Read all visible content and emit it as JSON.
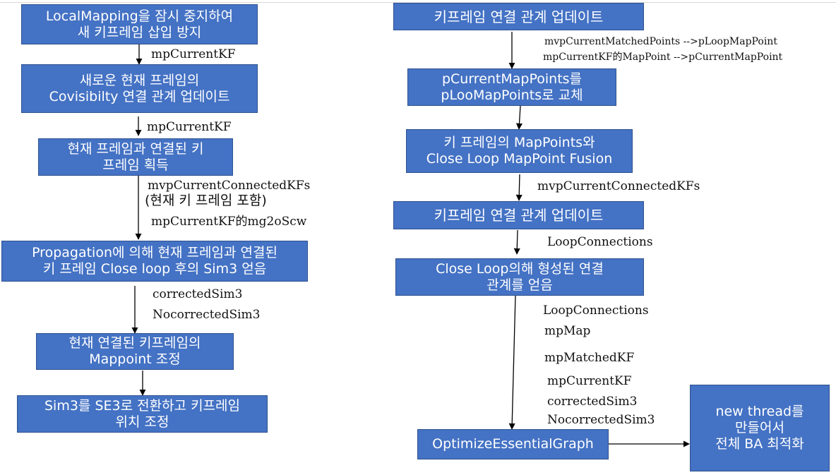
{
  "boxes": {
    "pause_local_mapping": "LocalMapping을 잠시 중지하여\n새 키프레임 삽입 방지",
    "update_covisibility": "새로운 현재 프레임의\nCovisibilty 연결 관계 업데이트",
    "get_connected_kfs": "현재 프레임과 연결된 키\n프레임 획득",
    "propagation_sim3": "Propagation에 의해 현재 프레임과 연결된\n키 프레임 Close loop 후의 Sim3 얻음",
    "adjust_mappoint": "현재 연결된 키프레임의\nMappoint 조정",
    "sim3_to_se3": "Sim3를 SE3로 전환하고 키프레임\n위치 조정",
    "update_kf_connections_top": "키프레임 연결 관계 업데이트",
    "replace_mappoints": "pCurrentMapPoints를\npLooMapPoints로 교체",
    "fuse_mappoints": "키 프레임의 MapPoints와\nClose Loop MapPoint Fusion",
    "update_kf_connections_mid": "키프레임 연결 관계 업데이트",
    "get_loop_connections": "Close Loop의해 형성된 연결\n관계를 얻음",
    "optimize_essential_graph": "OptimizeEssentialGraph",
    "global_ba": "new thread를\n만들어서\n전체 BA 최적화"
  },
  "labels": {
    "l_mpcurrentkf_1": "mpCurrentKF",
    "l_mpcurrentkf_2": "mpCurrentKF",
    "l_mvpcurrentconnectedkfs_left": "mvpCurrentConnectedKFs",
    "l_include_current_kf": "(현재 키 프레임 포함)",
    "l_mg2oscw": "mpCurrentKF的mg2oScw",
    "l_correctedsim3_left": "correctedSim3",
    "l_nocorrectedsim3_left": "NocorrectedSim3",
    "l_matched_to_loop": "mvpCurrentMatchedPoints -->pLoopMapPoint",
    "l_mappoint_to_current": "mpCurrentKF的MapPoint -->pCurrentMapPoint",
    "l_mvpcurrentconnectedkfs_right": "mvpCurrentConnectedKFs",
    "l_loopconnections_1": "LoopConnections",
    "l_loopconnections_2": "LoopConnections",
    "l_mpmap": "mpMap",
    "l_mpmatchedkf": "mpMatchedKF",
    "l_mpcurrentkf_3": "mpCurrentKF",
    "l_correctedsim3_right": "correctedSim3",
    "l_nocorrectedsim3_right": "NocorrectedSim3"
  }
}
